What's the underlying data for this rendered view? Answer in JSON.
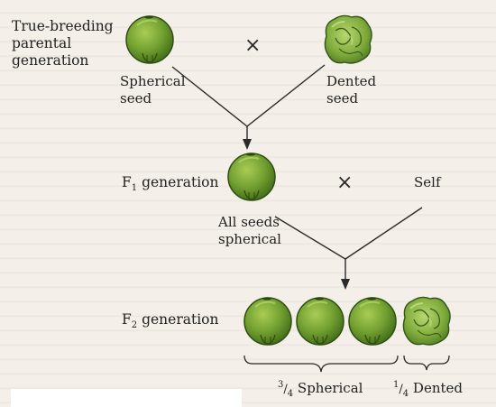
{
  "labels": {
    "parental": "True-breeding\nparental\ngeneration",
    "spherical_seed": "Spherical\nseed",
    "dented_seed": "Dented\nseed",
    "f1_prefix": "F",
    "f1_sub": "1",
    "f1_suffix": " generation",
    "self": "Self",
    "all_spherical": "All seeds\nspherical",
    "f2_prefix": "F",
    "f2_sub": "2",
    "f2_suffix": " generation",
    "frac_sph_num": "3",
    "frac_sph_den": "4",
    "frac_sph_word": "Spherical",
    "frac_dent_num": "1",
    "frac_dent_den": "4",
    "frac_dent_word": "Dented"
  },
  "cross_symbol": "×",
  "colors": {
    "seed_fill": "#6b9a2c",
    "seed_dark": "#3d6316",
    "seed_light": "#9cc24c",
    "line": "#2a2a2a"
  }
}
